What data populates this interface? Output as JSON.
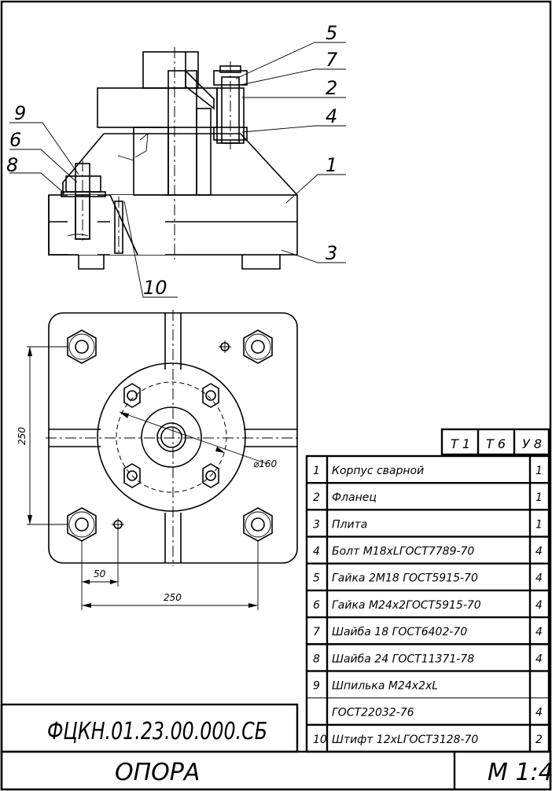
{
  "callouts": [
    {
      "n": "5"
    },
    {
      "n": "7"
    },
    {
      "n": "2"
    },
    {
      "n": "4"
    },
    {
      "n": "9"
    },
    {
      "n": "6"
    },
    {
      "n": "8"
    },
    {
      "n": "1"
    },
    {
      "n": "3"
    },
    {
      "n": "10"
    }
  ],
  "dimensions": {
    "height": "250",
    "width": "250",
    "offset": "50",
    "diameter": "⌀160"
  },
  "tech_req": [
    "Т 1",
    "Т 6",
    "У 8"
  ],
  "bom": [
    {
      "pos": "1",
      "name": "Корпус сварной",
      "qty": "1"
    },
    {
      "pos": "2",
      "name": "Фланец",
      "qty": "1"
    },
    {
      "pos": "3",
      "name": "Плита",
      "qty": "1"
    },
    {
      "pos": "4",
      "name": "Болт М18xLГОСТ7789-70",
      "qty": "4"
    },
    {
      "pos": "5",
      "name": "Гайка 2М18 ГОСТ5915-70",
      "qty": "4"
    },
    {
      "pos": "6",
      "name": "Гайка М24x2ГОСТ5915-70",
      "qty": "4"
    },
    {
      "pos": "7",
      "name": "Шайба 18 ГОСТ6402-70",
      "qty": "4"
    },
    {
      "pos": "8",
      "name": "Шайба 24 ГОСТ11371-78",
      "qty": "4"
    },
    {
      "pos": "9",
      "name": "Шпилька М24x2xL",
      "qty": ""
    },
    {
      "pos": "",
      "name": "ГОСТ22032-76",
      "qty": "4"
    },
    {
      "pos": "10",
      "name": "Штифт 12xLГОСТ3128-70",
      "qty": "2"
    }
  ],
  "title_block": {
    "designation": "ФЦКН.01.23.00.000.СБ",
    "name": "ОПОРА",
    "scale": "М 1:4"
  }
}
